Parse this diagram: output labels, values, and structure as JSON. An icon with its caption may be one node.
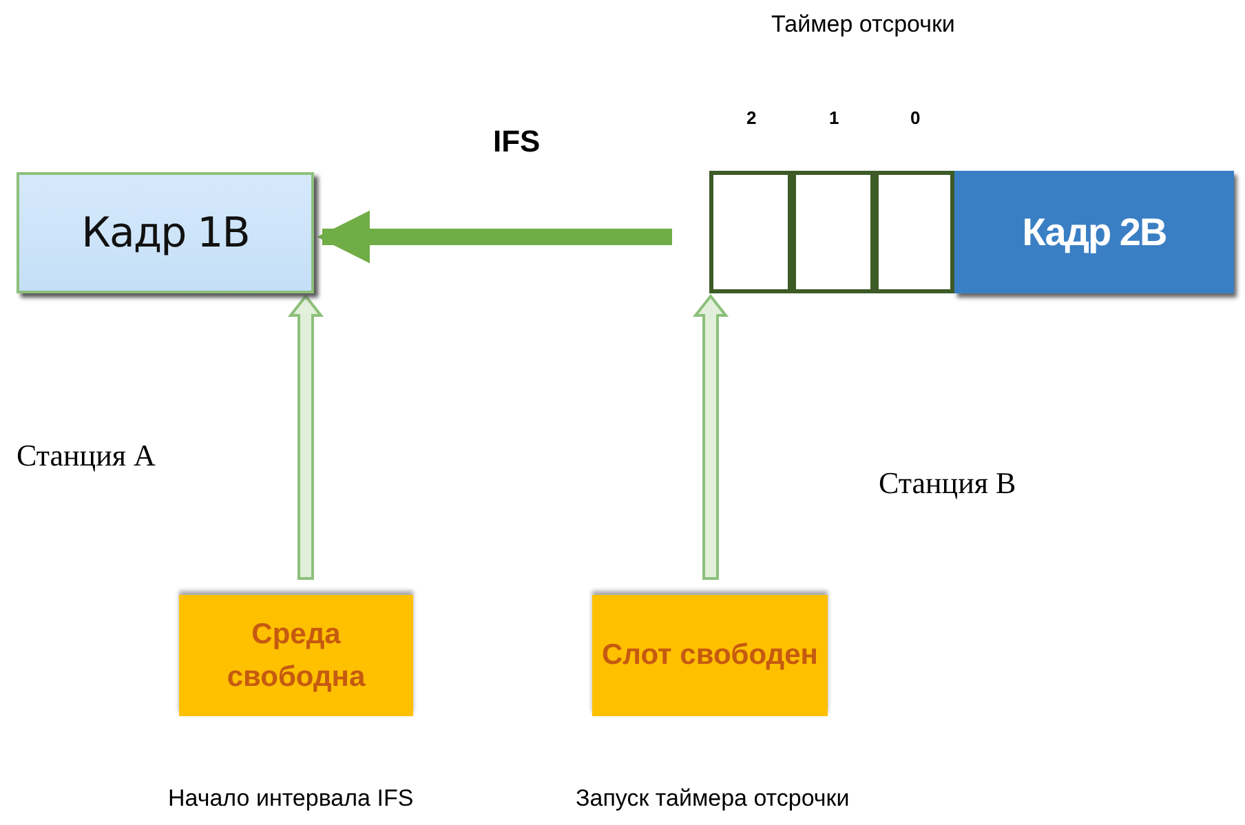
{
  "diagram": {
    "nodes": [
      {
        "text": [
          "Кадр 1B"
        ]
      },
      {
        "text": [],
        "shape": "box",
        "beside": [
          "2"
        ]
      },
      {
        "text": [],
        "shape": "box",
        "beside": [
          "1"
        ]
      },
      {
        "text": [],
        "shape": "box",
        "beside": [
          "0"
        ]
      },
      {
        "text": [
          "Кадр 2B"
        ]
      },
      {
        "text": [
          "Среда свободна"
        ]
      },
      {
        "text": [
          "Слот свободен"
        ]
      }
    ],
    "edges": [
      {
        "from": 1,
        "to": 0,
        "arrow": "to",
        "label": "IFS",
        "color": "#70ad47"
      },
      {
        "from": 5,
        "to": 0,
        "arrow": "to"
      },
      {
        "from": 6,
        "to": 1,
        "arrow": "to"
      }
    ],
    "labels": [
      "Таймер отсрочки",
      "Станция A",
      "Станция B",
      "Начало интервала IFS",
      "Запуск таймера отсрочки"
    ]
  }
}
